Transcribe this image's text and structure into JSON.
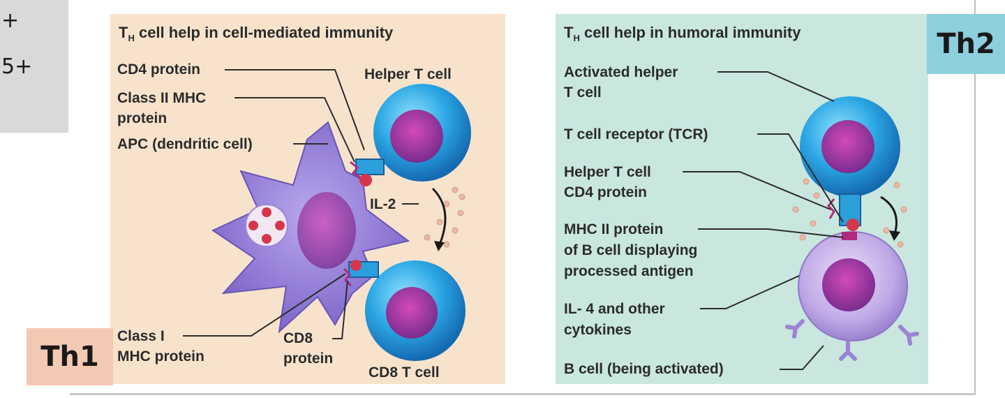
{
  "cropped_left": {
    "line1": "+",
    "line2": "5+"
  },
  "left_panel": {
    "title_pre": "T",
    "title_sub": "H",
    "title_post": " cell help in cell-mediated immunity",
    "labels": {
      "cd4_protein": "CD4 protein",
      "class2_mhc_1": "Class II MHC",
      "class2_mhc_2": "protein",
      "apc": "APC (dendritic cell)",
      "helper_t": "Helper T cell",
      "il2": "IL-2",
      "class1_mhc_1": "Class I",
      "class1_mhc_2": "MHC protein",
      "cd8_protein_1": "CD8",
      "cd8_protein_2": "protein",
      "cd8_t_cell": "CD8 T cell"
    },
    "badge": "Th1",
    "badge_color": "#f4c9b3",
    "bg_color": "#f7e3cc"
  },
  "right_panel": {
    "title_pre": "T",
    "title_sub": "H",
    "title_post": " cell help in humoral immunity",
    "labels": {
      "activated_1": "Activated helper",
      "activated_2": "T cell",
      "tcr": "T cell receptor (TCR)",
      "helper_cd4_1": "Helper T cell",
      "helper_cd4_2": "CD4 protein",
      "mhc2_1": "MHC II protein",
      "mhc2_2": "of B cell displaying",
      "mhc2_3": "processed antigen",
      "il4_1": "IL- 4 and other",
      "il4_2": "cytokines",
      "bcell": "B cell (being activated)"
    },
    "badge": "Th2",
    "badge_color": "#8ecfdd",
    "bg_color": "#c9e6df"
  }
}
